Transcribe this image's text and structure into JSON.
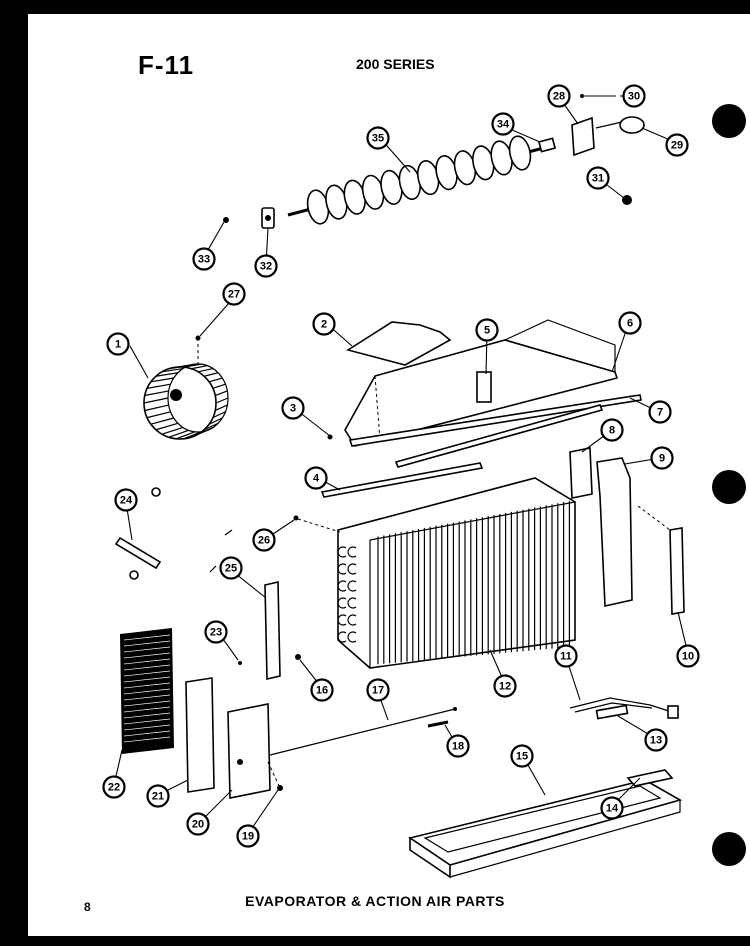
{
  "header": {
    "diagram_code": "F-11",
    "series": "200 SERIES"
  },
  "footer": {
    "caption": "EVAPORATOR & ACTION AIR PARTS",
    "page_number": "8"
  },
  "callouts": [
    "1",
    "2",
    "3",
    "4",
    "5",
    "6",
    "7",
    "8",
    "9",
    "10",
    "11",
    "12",
    "13",
    "14",
    "15",
    "16",
    "17",
    "18",
    "19",
    "20",
    "21",
    "22",
    "23",
    "24",
    "25",
    "26",
    "27",
    "28",
    "29",
    "30",
    "31",
    "32",
    "33",
    "34",
    "35"
  ]
}
